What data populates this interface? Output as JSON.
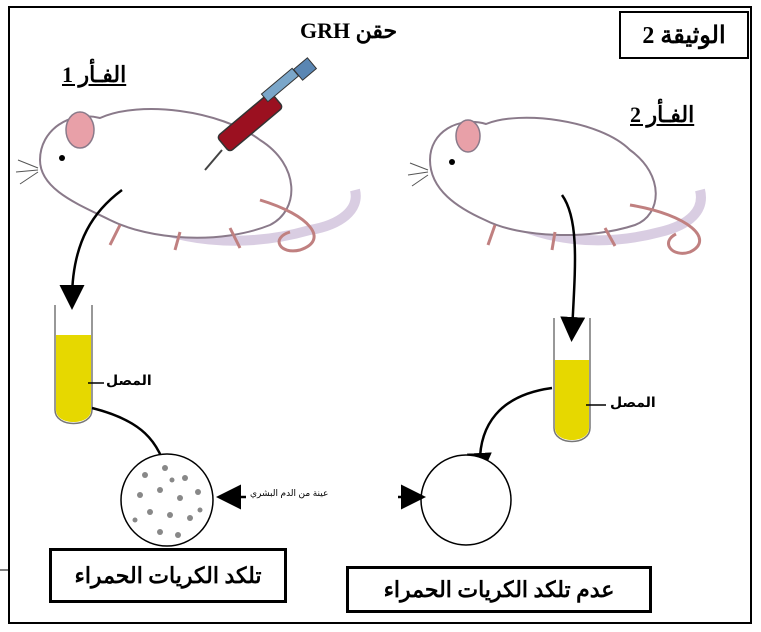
{
  "document_label": "الوثيقة 2",
  "injection_label": "حقن GRH",
  "mouse1_label": "الفـأر 1",
  "mouse2_label": "الفـأر 2",
  "serum_label_1": "المصل",
  "serum_label_2": "المصل",
  "sample_label": "عينة من الدم البشري",
  "result1": "تلكد الكريات الحمراء",
  "result2": "عدم تلكد الكريات الحمراء",
  "colors": {
    "serum": "#e6d800",
    "syringe_blood": "#9b1020",
    "mouse_shadow": "#c9b8d6",
    "mouse_ear": "#e8a0a8"
  }
}
